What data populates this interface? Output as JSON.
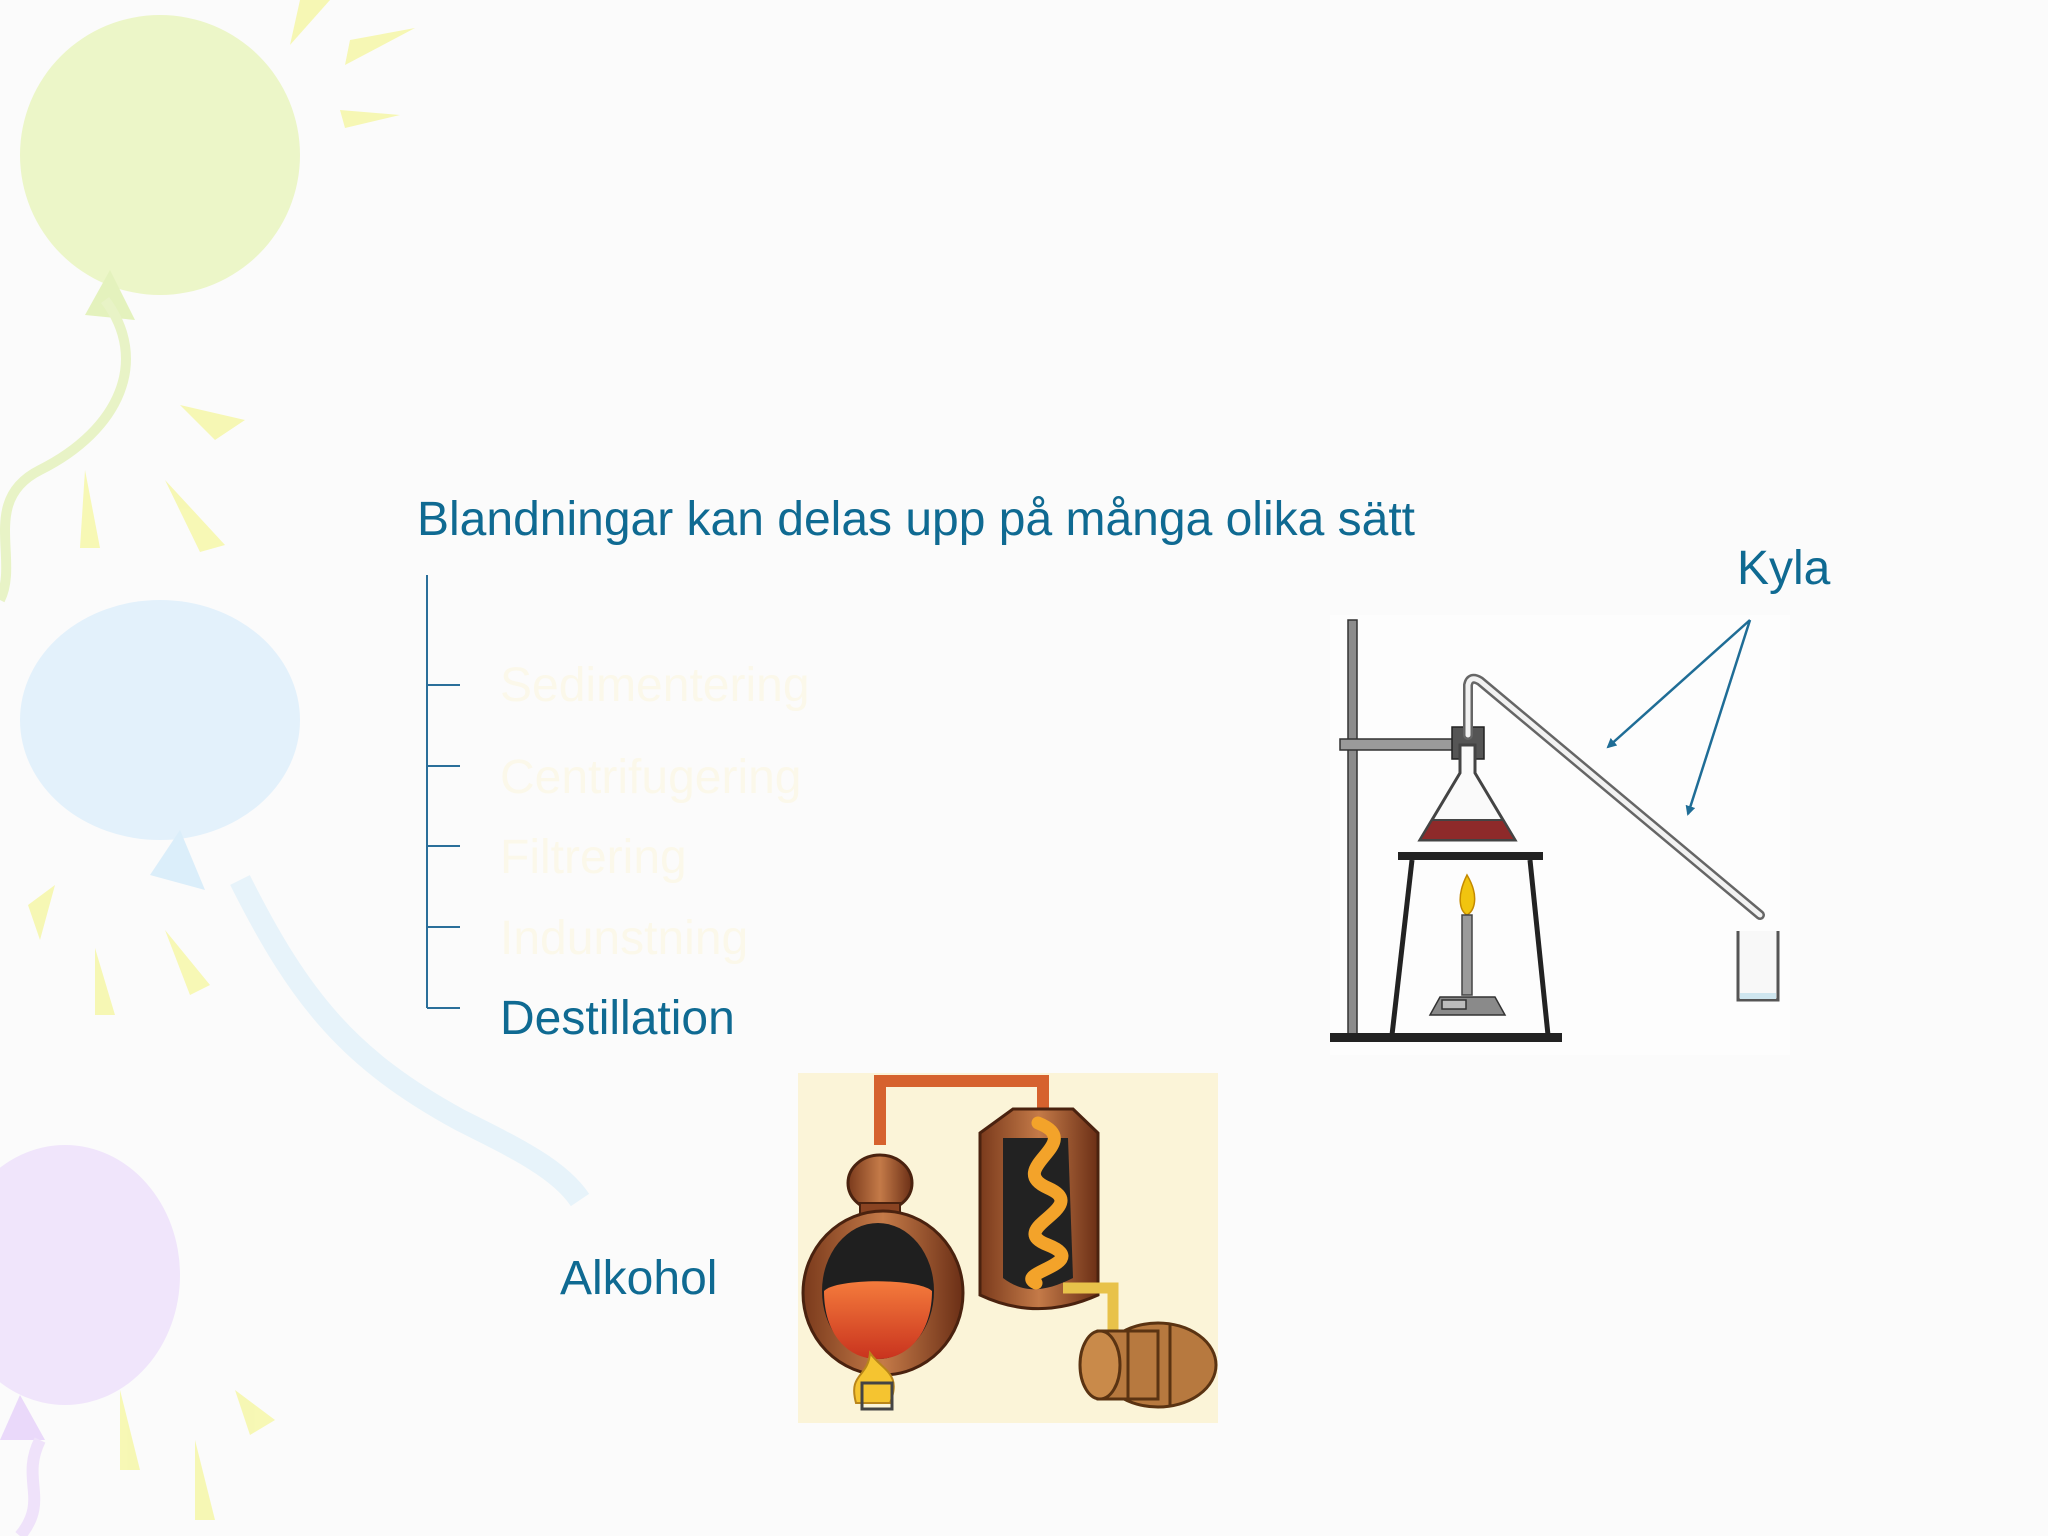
{
  "colors": {
    "text": "#0f6a92",
    "faded_item": "#fbf8ea",
    "tree_line": "#2a6f9a",
    "background": "#fbfbfb"
  },
  "slide": {
    "title": "Blandningar kan delas upp på många olika sätt",
    "methods": [
      {
        "label": "Sedimentering",
        "faded": true
      },
      {
        "label": "Centrifugering",
        "faded": true
      },
      {
        "label": "Filtrering",
        "faded": true
      },
      {
        "label": "Indunstning",
        "faded": true
      },
      {
        "label": "Destillation",
        "faded": false
      }
    ],
    "lab_label": "Kyla",
    "still_label": "Alkohol"
  }
}
